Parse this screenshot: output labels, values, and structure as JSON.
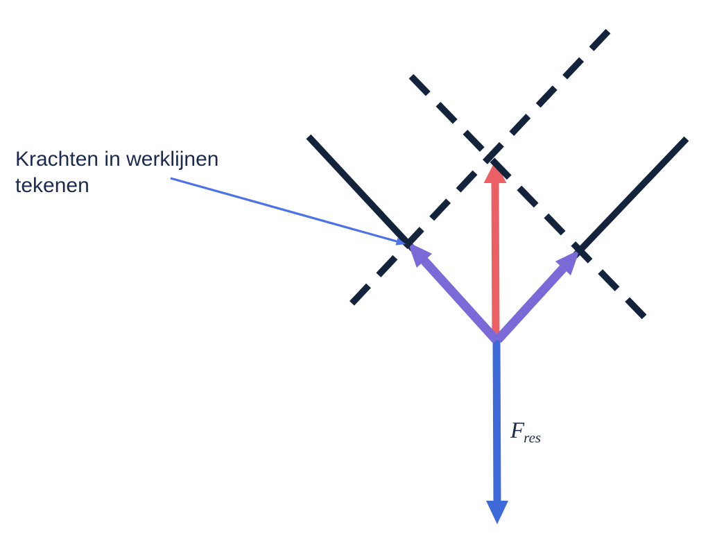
{
  "title": "Krachten in werklijnen tekenen",
  "annotation": {
    "line1": "Krachten in werklijnen",
    "line2": "tekenen"
  },
  "force_label": {
    "symbol": "F",
    "subscript": "res"
  },
  "colors": {
    "navy_line": "#14233C",
    "text_navy": "#1B2B4D",
    "red_arrow": "#EB6065",
    "purple_arrow": "#7A6AD8",
    "blue_arrow": "#3E69D9",
    "annotation_blue": "#4D72E8",
    "background": "#FFFFFF"
  }
}
